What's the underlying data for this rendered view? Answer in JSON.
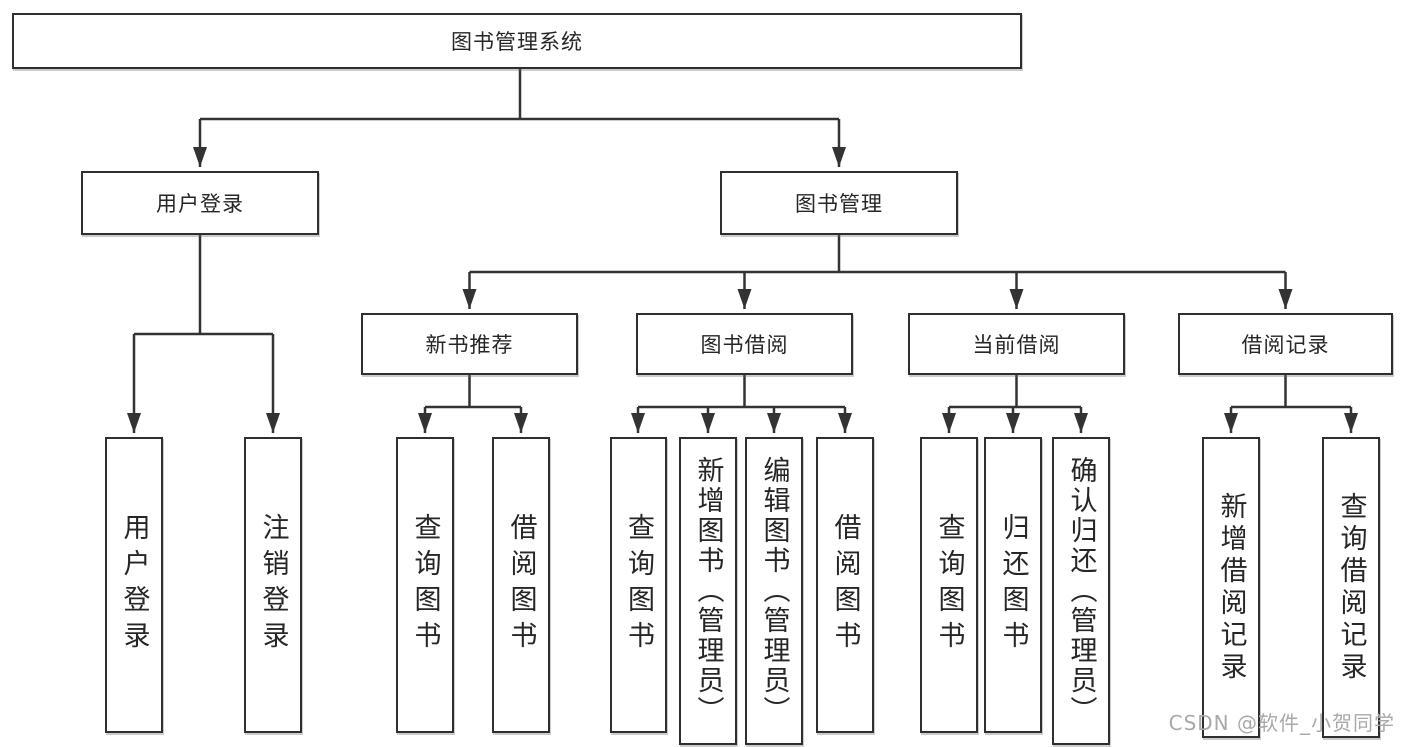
{
  "title": "图书管理系统",
  "watermark": "CSDN @软件_小贺同学",
  "colors": {
    "line": "#333333",
    "box_border": "#2f2f2f",
    "text": "#262626",
    "watermark": "#a9a9a9",
    "background": "#ffffff"
  },
  "tree": {
    "label": "图书管理系统",
    "children": [
      {
        "label": "用户登录",
        "children": [
          {
            "label": "用户登录"
          },
          {
            "label": "注销登录"
          }
        ]
      },
      {
        "label": "图书管理",
        "children": [
          {
            "label": "新书推荐",
            "children": [
              {
                "label": "查询图书"
              },
              {
                "label": "借阅图书"
              }
            ]
          },
          {
            "label": "图书借阅",
            "children": [
              {
                "label": "查询图书"
              },
              {
                "label": "新增图书（管理员）"
              },
              {
                "label": "编辑图书（管理员）"
              },
              {
                "label": "借阅图书"
              }
            ]
          },
          {
            "label": "当前借阅",
            "children": [
              {
                "label": "查询图书"
              },
              {
                "label": "归还图书"
              },
              {
                "label": "确认归还（管理员）"
              }
            ]
          },
          {
            "label": "借阅记录",
            "children": [
              {
                "label": "新增借阅记录"
              },
              {
                "label": "查询借阅记录"
              }
            ]
          }
        ]
      }
    ]
  }
}
